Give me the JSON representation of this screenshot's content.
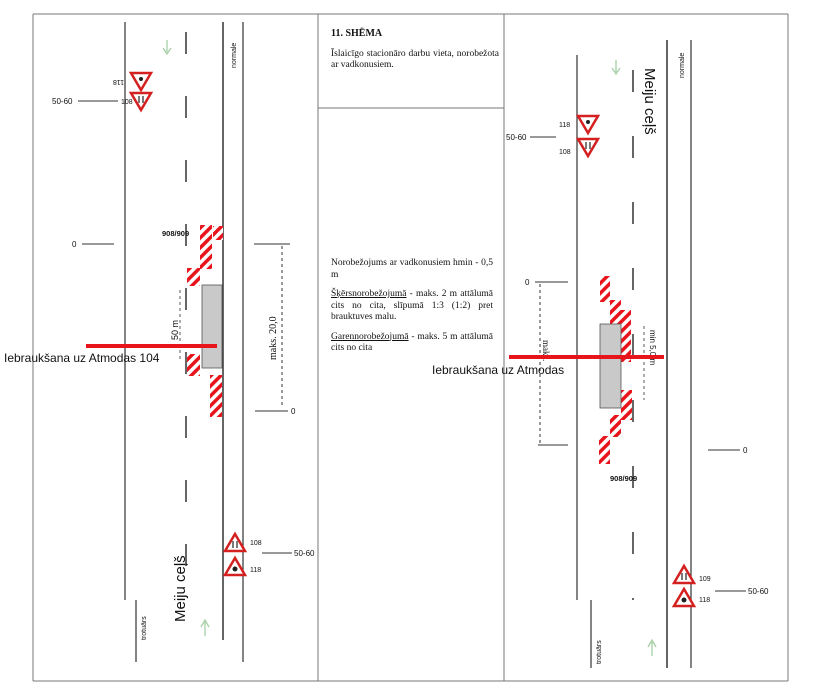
{
  "schema": {
    "number_title": "11. SHĒMA",
    "description": "Īslaicīgo stacionāro darbu vieta, norobežota ar vadkonusiem.",
    "rule_intro": "Norobežojums ar vadkonusiem hmin - 0,5 m",
    "rule_cross_name": "Šķērsnorobežojumā",
    "rule_cross_text": " - maks. 2 m attālumā cits no cita, slīpumā 1:3 (1:2) pret brauktuves malu.",
    "rule_long_name": "Garennorobežojumā",
    "rule_long_text": " - maks. 5 m attālumā cits no cita"
  },
  "left_diagram": {
    "street_name": "Meiju ceļš",
    "sidewalk_label": "trotuārs",
    "normale_label": "normale",
    "entry_label": "Iebraukšana uz Atmodas 104",
    "barrier_code": "908/909",
    "distance_label": "maks. 20,0",
    "min_label": "50 m",
    "zero_label": "0",
    "sign_top_1": "118",
    "sign_top_2": "108",
    "sign_top_dist": "50-60",
    "sign_bottom_1": "108",
    "sign_bottom_2": "118",
    "sign_bottom_dist": "50-60"
  },
  "right_diagram": {
    "street_name": "Meiju ceļš",
    "sidewalk_label": "trotuārs",
    "normale_label": "normale",
    "entry_label": "Iebraukšana uz Atmodas",
    "barrier_code": "908/909",
    "min_label": "min 5,0 m",
    "distance_label": "maks.",
    "zero_label": "0",
    "sign_top_1": "118",
    "sign_top_2": "108",
    "sign_top_dist": "50-60",
    "sign_bottom_1": "109",
    "sign_bottom_2": "118",
    "sign_bottom_dist": "50-60"
  },
  "colors": {
    "entry_line": "#e8141c",
    "hatch_red": "#e8141c",
    "sign_red": "#d42020",
    "work_zone": "#c9c9c9",
    "arrow": "#a6cfa6"
  }
}
